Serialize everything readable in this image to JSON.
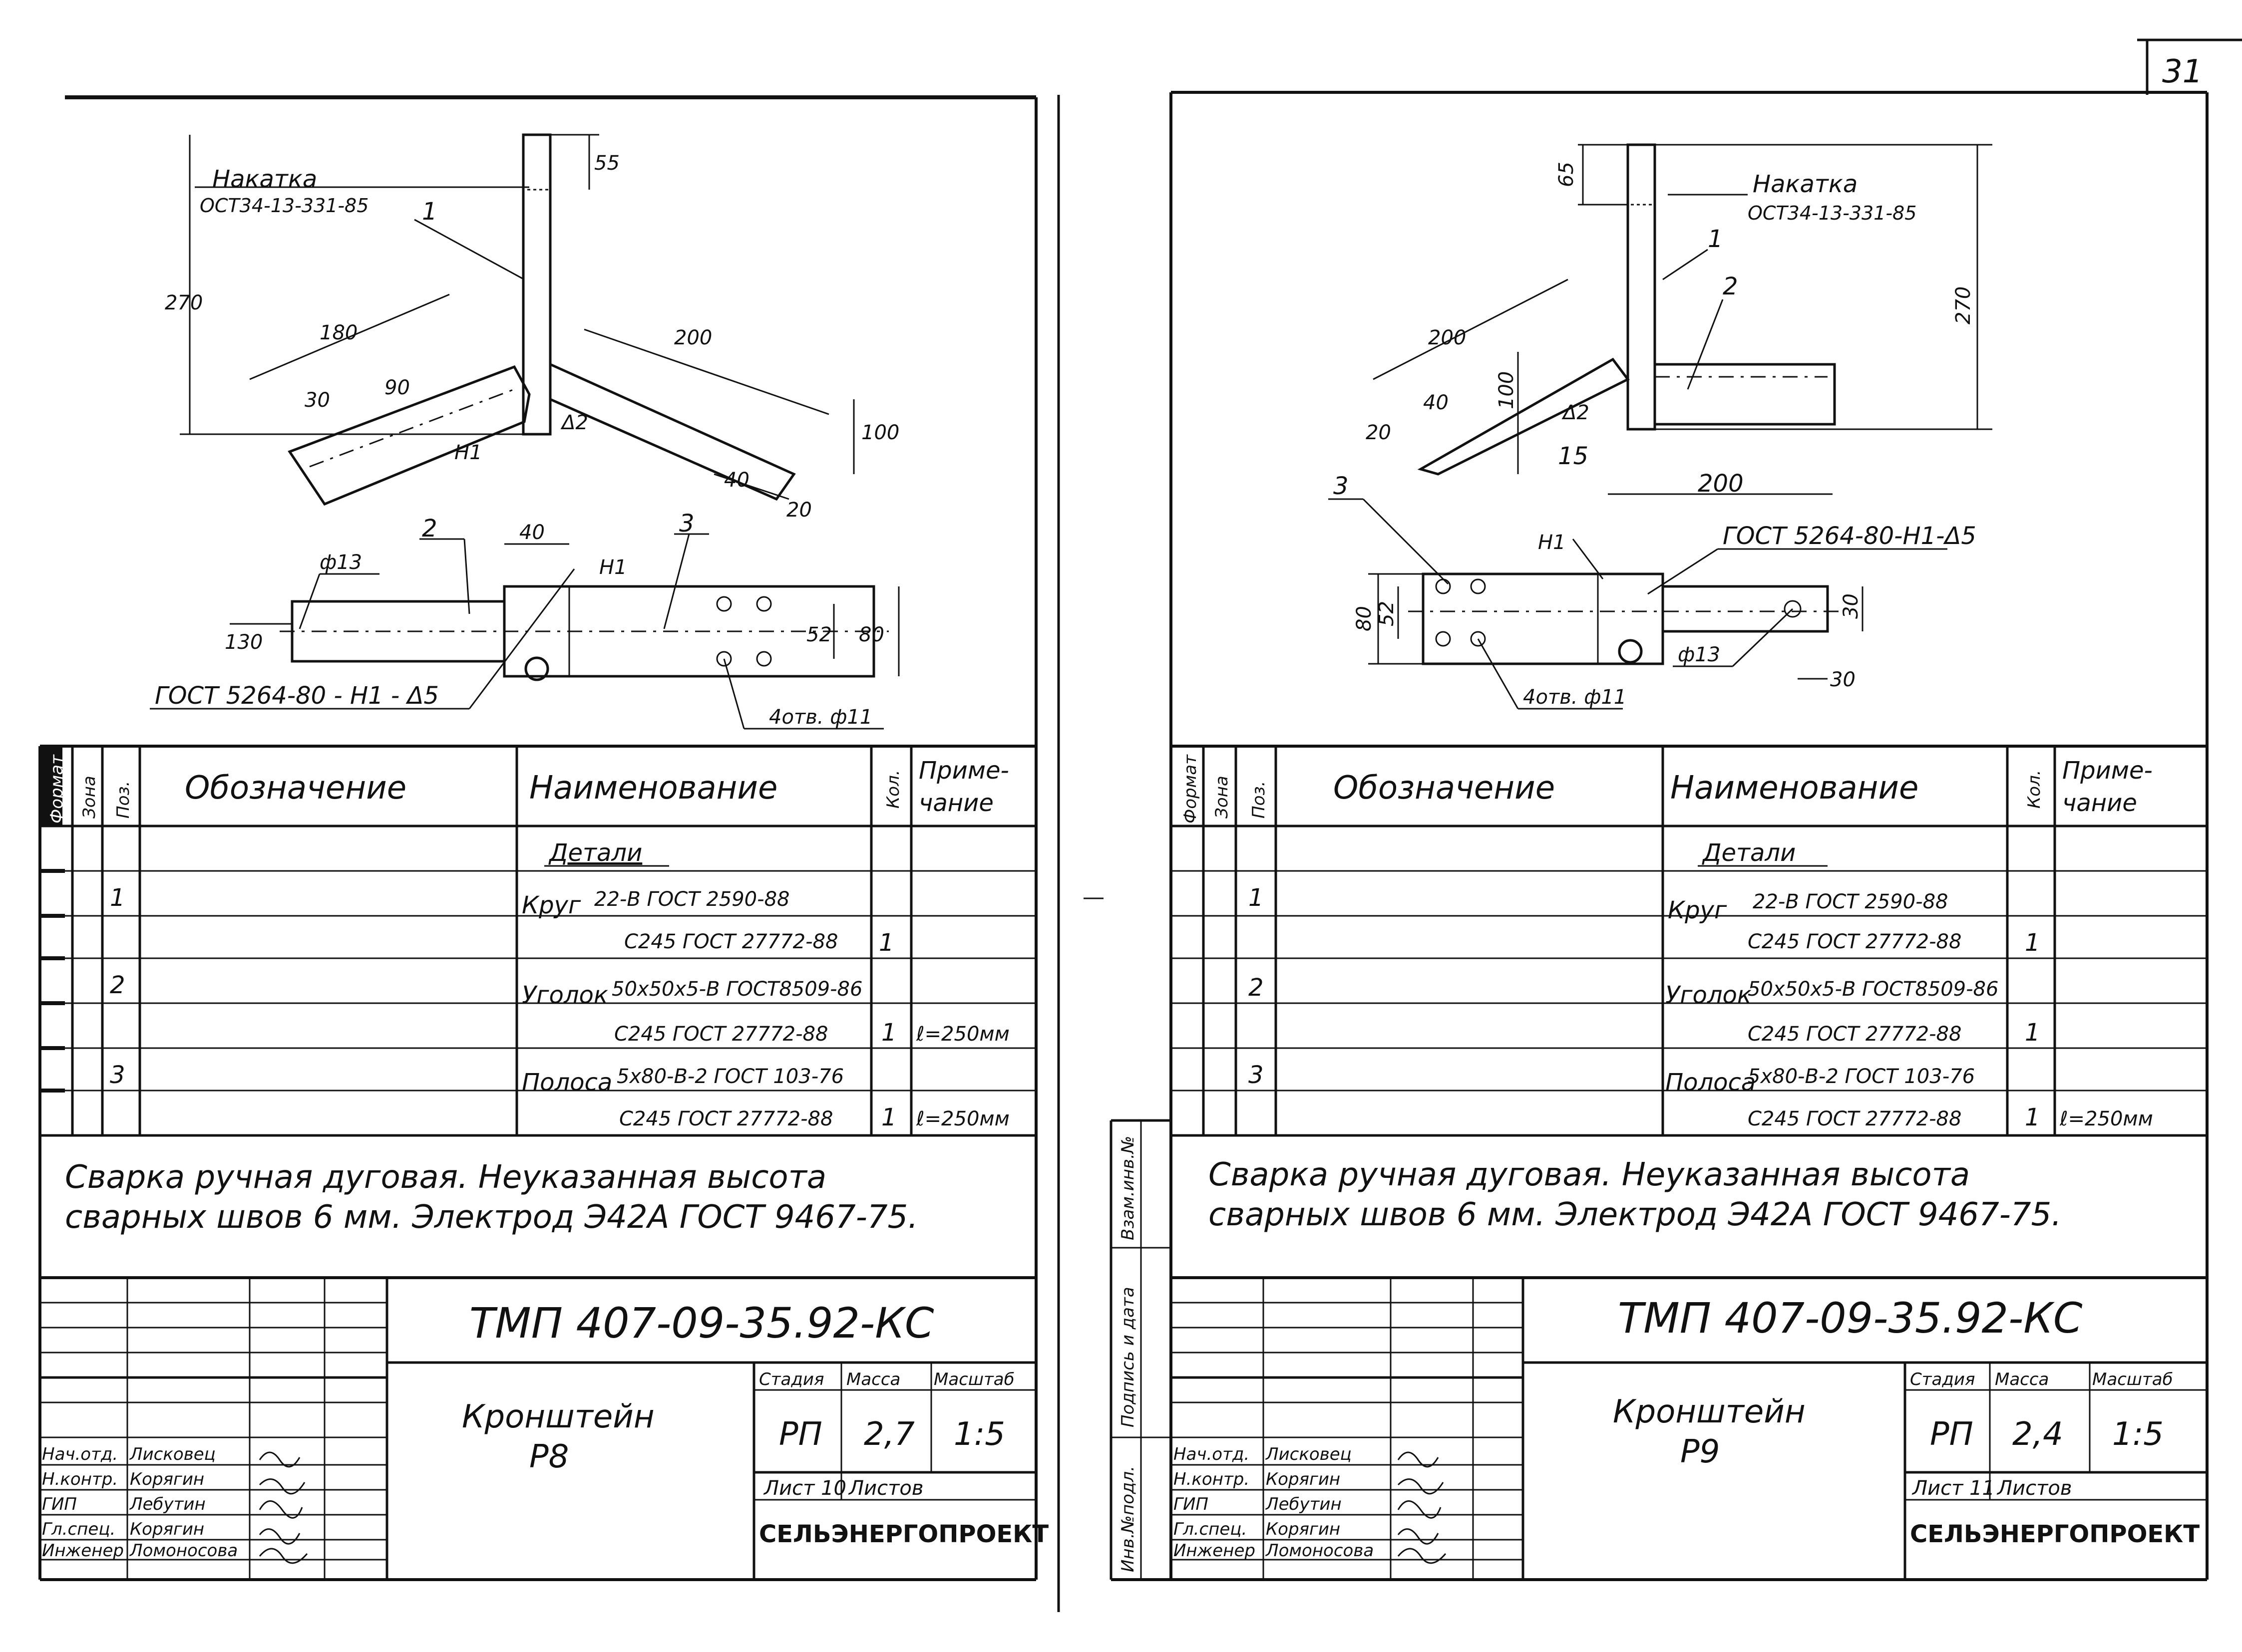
{
  "page_number": "31",
  "sheets": [
    {
      "drawing": {
        "knurl_label": "Накатка",
        "knurl_std": "ОСТ34-13-331-85",
        "weld_std": "ГОСТ 5264-80 - Н1 - Δ5",
        "holes_label": "4отв. ф11",
        "hole_dia": "ф13",
        "weld_mark": "Н1",
        "weld_size": "Δ2",
        "pos": [
          "1",
          "2",
          "3"
        ],
        "dims": [
          "55",
          "270",
          "180",
          "30",
          "90",
          "200",
          "100",
          "40",
          "20",
          "40",
          "130",
          "52",
          "80"
        ]
      },
      "table": {
        "headers": [
          "Формат",
          "Зона",
          "Поз.",
          "Обозначение",
          "Наименование",
          "Кол.",
          "Приме-",
          "чание"
        ],
        "section": "Детали",
        "rows": [
          {
            "pos": "1",
            "name": "Круг",
            "line1": "22-В ГОСТ 2590-88",
            "line2": "С245 ГОСТ 27772-88",
            "qty": "1",
            "note": ""
          },
          {
            "pos": "2",
            "name": "Уголок",
            "line1": "50х50х5-В ГОСТ8509-86",
            "line2": "С245 ГОСТ 27772-88",
            "qty": "1",
            "note": "ℓ=250мм"
          },
          {
            "pos": "3",
            "name": "Полоса",
            "line1": "5х80-В-2 ГОСТ 103-76",
            "line2": "С245 ГОСТ 27772-88",
            "qty": "1",
            "note": "ℓ=250мм"
          }
        ]
      },
      "notes": [
        "Сварка ручная дуговая. Неуказанная высота",
        "сварных швов 6 мм. Электрод Э42А ГОСТ 9467-75."
      ],
      "title_block": {
        "code": "ТМП 407-09-35.92-КС",
        "title": "Кронштейн",
        "mark": "Р8",
        "stage_h": "Стадия",
        "mass_h": "Масса",
        "scale_h": "Масштаб",
        "stage": "РП",
        "mass": "2,7",
        "scale": "1:5",
        "sheet": "Лист 10",
        "sheets": "Листов",
        "org": "СЕЛЬЭНЕРГОПРОЕКТ",
        "staff": [
          {
            "role": "Нач.отд.",
            "name": "Лисковец"
          },
          {
            "role": "Н.контр.",
            "name": "Корягин"
          },
          {
            "role": "ГИП",
            "name": "Лебутин"
          },
          {
            "role": "Гл.спец.",
            "name": "Корягин"
          },
          {
            "role": "Инженер",
            "name": "Ломоносова"
          }
        ]
      }
    },
    {
      "drawing": {
        "knurl_label": "Накатка",
        "knurl_std": "ОСТ34-13-331-85",
        "weld_std": "ГОСТ 5264-80-Н1-Δ5",
        "holes_label": "4отв. ф11",
        "hole_dia": "ф13",
        "weld_mark": "Н1",
        "weld_size": "Δ2",
        "pos": [
          "1",
          "2",
          "3"
        ],
        "dims": [
          "65",
          "270",
          "200",
          "40",
          "20",
          "100",
          "15",
          "200",
          "80",
          "52",
          "30",
          "30"
        ]
      },
      "table": {
        "headers": [
          "Формат",
          "Зона",
          "Поз.",
          "Обозначение",
          "Наименование",
          "Кол.",
          "Приме-",
          "чание"
        ],
        "section": "Детали",
        "rows": [
          {
            "pos": "1",
            "name": "Круг",
            "line1": "22-В ГОСТ 2590-88",
            "line2": "С245 ГОСТ 27772-88",
            "qty": "1",
            "note": ""
          },
          {
            "pos": "2",
            "name": "Уголок",
            "line1": "50х50х5-В ГОСТ8509-86",
            "line2": "С245 ГОСТ 27772-88",
            "qty": "1",
            "note": ""
          },
          {
            "pos": "3",
            "name": "Полоса",
            "line1": "5х80-В-2 ГОСТ 103-76",
            "line2": "С245 ГОСТ 27772-88",
            "qty": "1",
            "note": "ℓ=250мм"
          }
        ]
      },
      "notes": [
        "Сварка ручная дуговая. Неуказанная высота",
        "сварных швов 6 мм. Электрод Э42А ГОСТ 9467-75."
      ],
      "title_block": {
        "code": "ТМП 407-09-35.92-КС",
        "title": "Кронштейн",
        "mark": "Р9",
        "stage_h": "Стадия",
        "mass_h": "Масса",
        "scale_h": "Масштаб",
        "stage": "РП",
        "mass": "2,4",
        "scale": "1:5",
        "sheet": "Лист 11",
        "sheets": "Листов",
        "org": "СЕЛЬЭНЕРГОПРОЕКТ",
        "staff": [
          {
            "role": "Нач.отд.",
            "name": "Лисковец"
          },
          {
            "role": "Н.контр.",
            "name": "Корягин"
          },
          {
            "role": "ГИП",
            "name": "Лебутин"
          },
          {
            "role": "Гл.спец.",
            "name": "Корягин"
          },
          {
            "role": "Инженер",
            "name": "Ломоносова"
          }
        ]
      }
    }
  ],
  "side_stamp": [
    "Инв.№подл.",
    "Подпись и дата",
    "Взам.инв.№"
  ]
}
